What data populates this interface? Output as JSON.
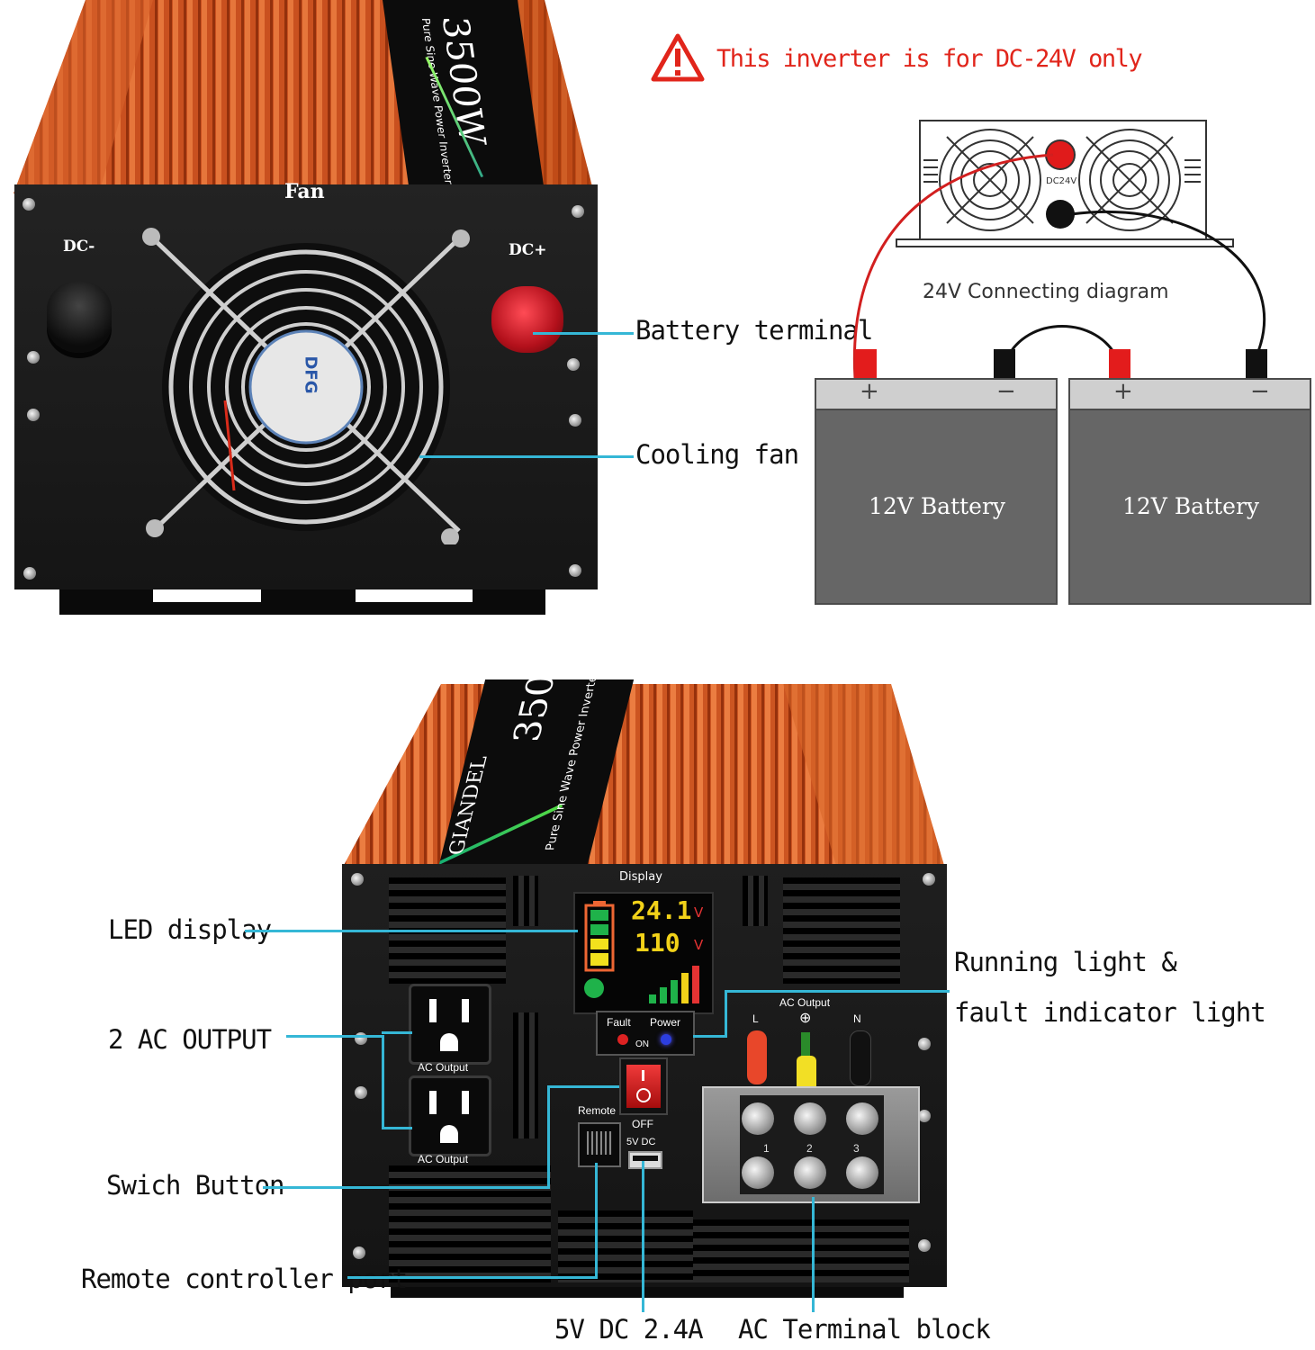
{
  "warning": {
    "text": "This inverter is for DC-24V only",
    "color": "#e1251b"
  },
  "unit_top": {
    "fan_label": "Fan",
    "dc_neg_label": "DC-",
    "dc_pos_label": "DC+",
    "fan_sticker_brand": "DFG"
  },
  "unit_label": {
    "brand": "GIANDEL",
    "power": "3500W",
    "subtitle": "Pure Sine Wave Power Inverter"
  },
  "callouts": {
    "battery_terminal": "Battery terminal",
    "cooling_fan": "Cooling fan",
    "led_display": "LED display",
    "ac_output": "2 AC OUTPUT",
    "switch_button": "Swich Button",
    "remote_port": "Remote controller port",
    "usb": "5V DC 2.4A",
    "terminal_block": "AC Terminal block",
    "running_light_1": "Running light &",
    "running_light_2": "fault indicator light"
  },
  "diagram": {
    "title": "24V Connecting diagram",
    "dc_label": "DC24V",
    "battery_1": "12V Battery",
    "battery_2": "12V Battery",
    "plus": "+",
    "minus": "−",
    "wire_positive_color": "#d21f1f",
    "wire_negative_color": "#111111"
  },
  "panel": {
    "display_label": "Display",
    "voltage_in": "24.1",
    "voltage_out": "110",
    "unit_v": "V",
    "fault": "Fault",
    "power": "Power",
    "on": "ON",
    "off": "OFF",
    "remote": "Remote",
    "usb_label": "5V DC",
    "ac_output_label": "AC Output",
    "ac_output_socket_1": "AC Output",
    "ac_output_socket_2": "AC Output",
    "terminal_L": "L",
    "terminal_G": "⊕",
    "terminal_N": "N",
    "terminal_nums": [
      "1",
      "2",
      "3"
    ]
  },
  "icons": [
    "warning-triangle-icon",
    "fan-icon",
    "battery-icon",
    "usb-port-icon",
    "rj11-port-icon"
  ]
}
